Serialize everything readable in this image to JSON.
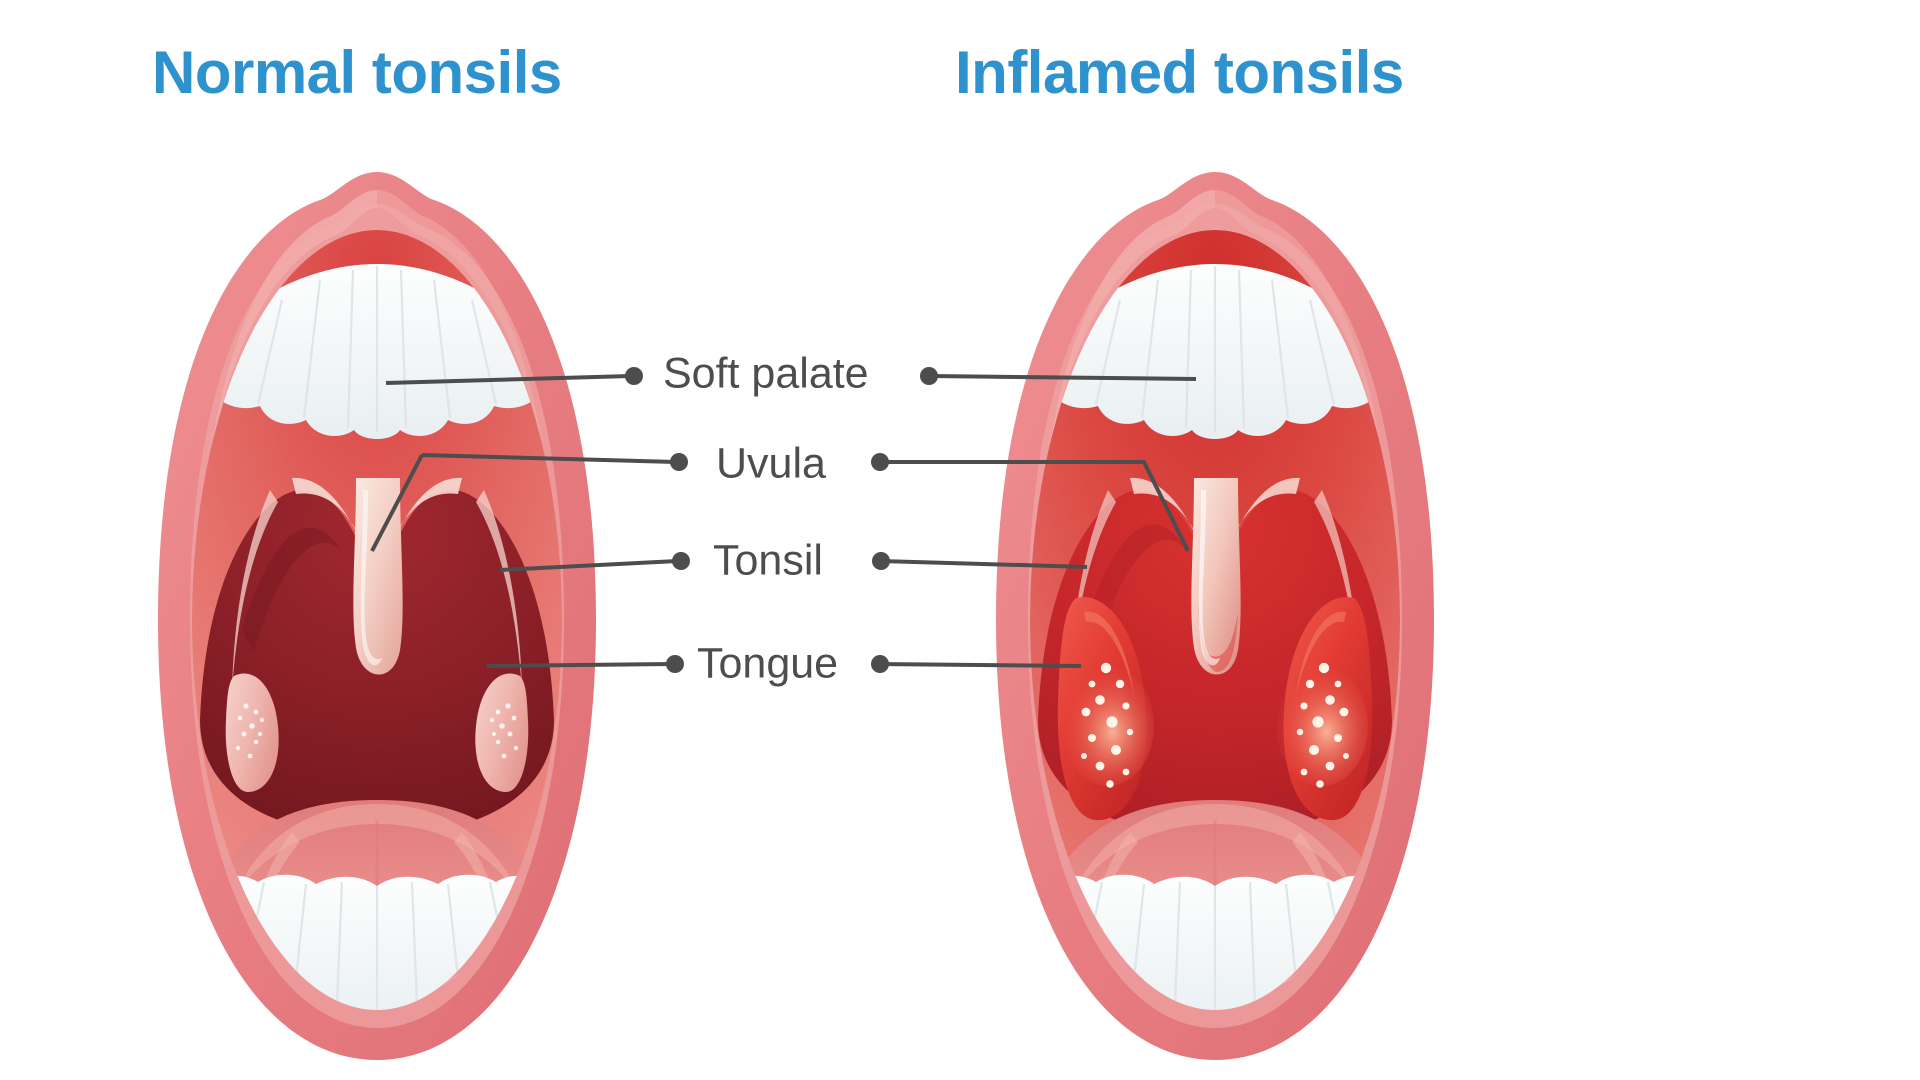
{
  "panels": [
    {
      "id": "normal",
      "title": "Normal tonsils",
      "condition": "normal",
      "tonsil_description": "small pale pink tonsils with faint white speckles",
      "throat_color": "#8E1F26",
      "palate_color": "#E8736F",
      "tonsil_color": "#F0B4AE",
      "uvula_color": "#F5CFC6"
    },
    {
      "id": "inflamed",
      "title": "Inflamed tonsils",
      "condition": "inflamed",
      "tonsil_description": "swollen bright red tonsils with white exudate spots",
      "throat_color": "#C8282A",
      "palate_color": "#E04B46",
      "tonsil_color": "#E23B33",
      "uvula_color": "#F2C9C0"
    }
  ],
  "labels": [
    {
      "id": "soft-palate",
      "text": "Soft palate"
    },
    {
      "id": "uvula",
      "text": "Uvula"
    },
    {
      "id": "tonsil",
      "text": "Tonsil"
    },
    {
      "id": "tongue",
      "text": "Tongue"
    }
  ],
  "colors": {
    "title_blue": "#2E92CE",
    "label_gray": "#4D4D4D",
    "leader_line": "#4D4D4D",
    "lip": "#E98084",
    "lip_highlight": "#EFA0A1",
    "tooth": "#F7FAFA",
    "tongue": "#E98C89",
    "background": "#FFFFFF"
  },
  "chart_data": {
    "type": "diagram",
    "title": "Normal versus inflamed tonsils anatomical comparison",
    "view": "open mouth, anterior view of oropharynx",
    "annotated_parts": [
      "Soft palate",
      "Uvula",
      "Tonsil",
      "Tongue"
    ],
    "panels": [
      "Normal tonsils",
      "Inflamed tonsils"
    ]
  }
}
